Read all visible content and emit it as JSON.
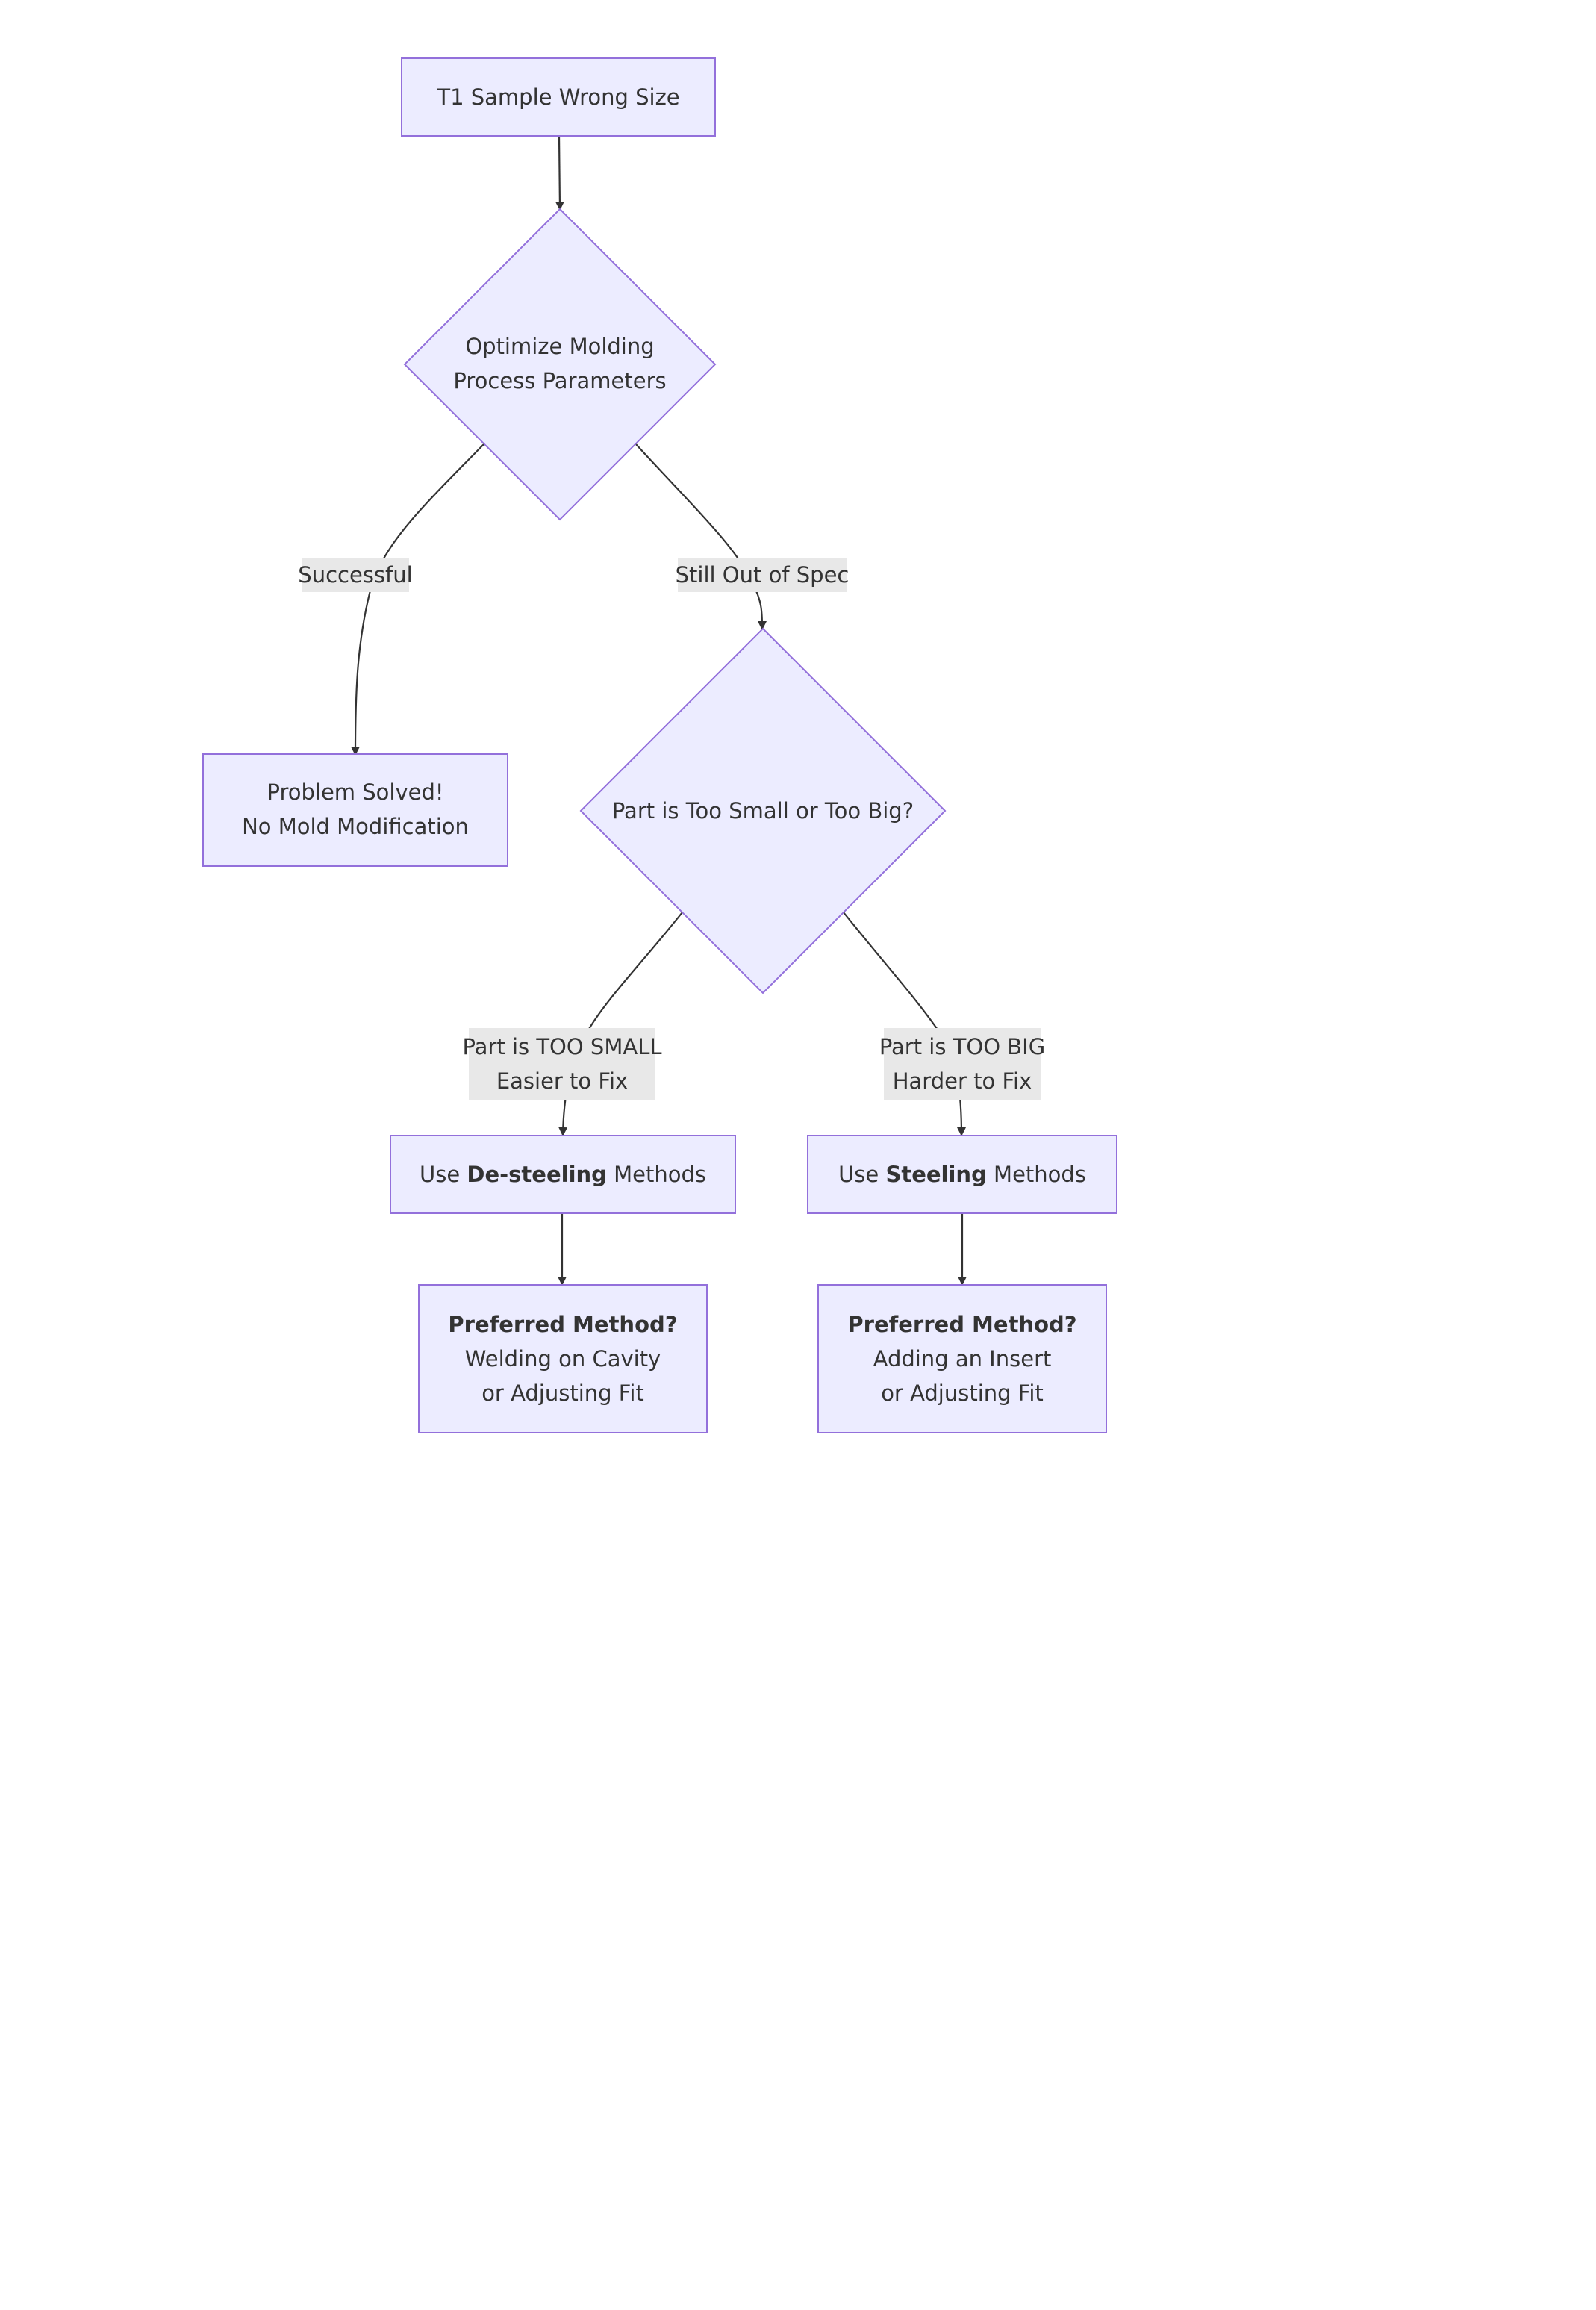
{
  "nodes": {
    "start": {
      "label": "T1 Sample Wrong Size"
    },
    "optimize": {
      "line1": "Optimize Molding",
      "line2": "Process Parameters"
    },
    "solved": {
      "line1": "Problem Solved!",
      "line2": "No Mold Modification"
    },
    "size_check": {
      "label": "Part is Too Small or Too Big?"
    },
    "desteel": {
      "prefix": "Use ",
      "emphasis": "De-steeling",
      "suffix": " Methods"
    },
    "steel": {
      "prefix": "Use ",
      "emphasis": "Steeling",
      "suffix": " Methods"
    },
    "preferred_small": {
      "title": "Preferred Method?",
      "line1": "Welding on Cavity",
      "line2": "or Adjusting Fit"
    },
    "preferred_big": {
      "title": "Preferred Method?",
      "line1": "Adding an Insert",
      "line2": "or Adjusting Fit"
    }
  },
  "edges": {
    "successful": {
      "label": "Successful"
    },
    "still_out": {
      "label": "Still Out of Spec"
    },
    "too_small": {
      "line1": "Part is TOO SMALL",
      "line2": "Easier to Fix"
    },
    "too_big": {
      "line1": "Part is TOO BIG",
      "line2": "Harder to Fix"
    }
  },
  "colors": {
    "node_fill": "#ECECFF",
    "node_stroke": "#9370DB",
    "edge_stroke": "#333333",
    "label_background": "#E8E8E8",
    "text": "#333333"
  }
}
